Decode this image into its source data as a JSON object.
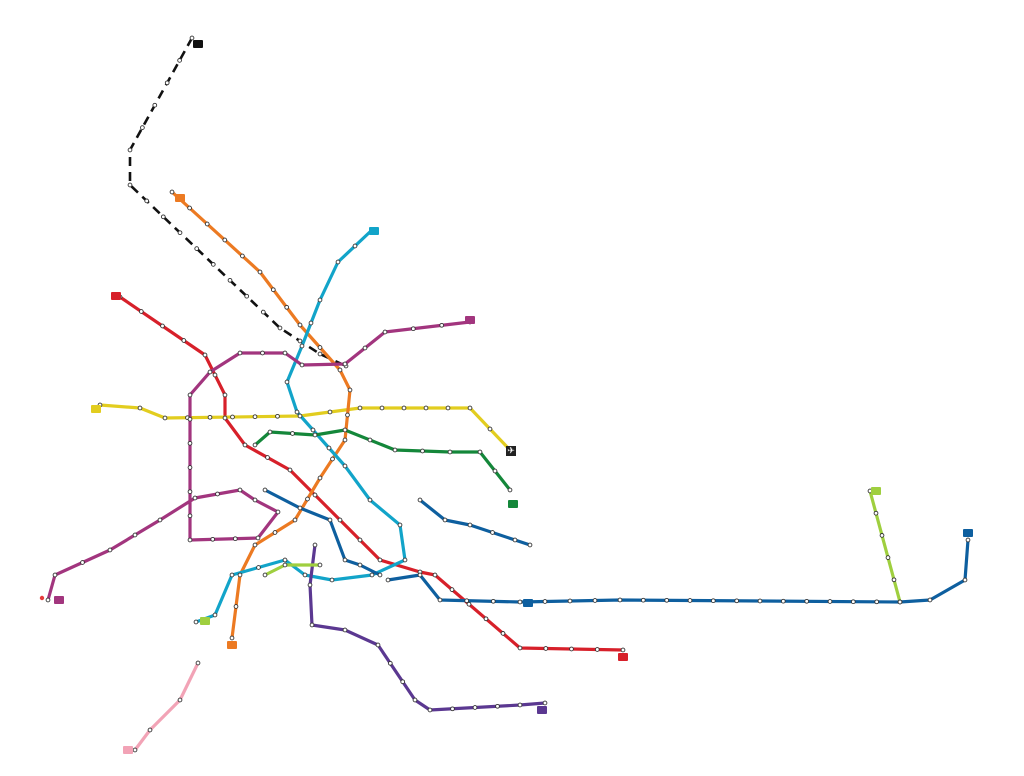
{
  "map": {
    "background": "#ffffff",
    "terminal_dot_color": "#e63b3b"
  },
  "lines": [
    {
      "id": "dashed",
      "color": "#111111",
      "dashed": true
    },
    {
      "id": "red",
      "color": "#d7202a",
      "badge_label": ""
    },
    {
      "id": "yellow",
      "color": "#e2cd1f",
      "badge_label": ""
    },
    {
      "id": "orange",
      "color": "#ec7a22",
      "badge_label": ""
    },
    {
      "id": "cyan",
      "color": "#12a4c9",
      "badge_label": ""
    },
    {
      "id": "magenta",
      "color": "#a2357e",
      "badge_label": ""
    },
    {
      "id": "green",
      "color": "#14873a",
      "badge_label": ""
    },
    {
      "id": "navy",
      "color": "#0e5f9f",
      "badge_label": ""
    },
    {
      "id": "purple",
      "color": "#5b3891",
      "badge_label": ""
    },
    {
      "id": "lime",
      "color": "#9fcf3f",
      "badge_label": ""
    },
    {
      "id": "pink",
      "color": "#f2a3b6",
      "badge_label": ""
    }
  ],
  "icons": {
    "airport": "airplane-icon"
  }
}
